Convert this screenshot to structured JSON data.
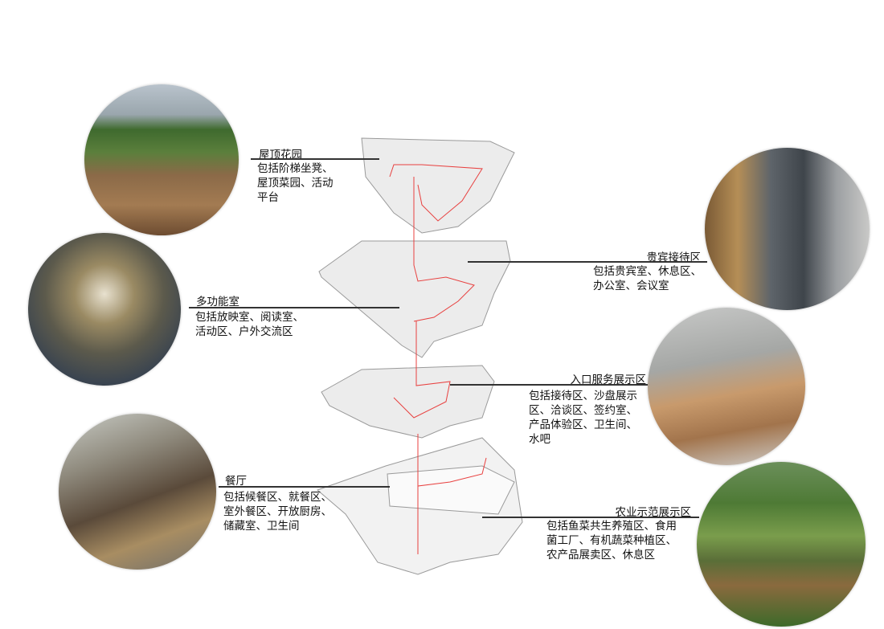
{
  "zones": [
    {
      "title": "屋顶花园",
      "lines": [
        "包括阶梯坐凳、",
        "屋顶菜园、活动",
        "平台"
      ]
    },
    {
      "title": "多功能室",
      "lines": [
        "包括放映室、阅读室、",
        "活动区、户外交流区"
      ]
    },
    {
      "title": "餐厅",
      "lines": [
        "包括候餐区、就餐区、",
        "室外餐区、开放厨房、",
        "储藏室、卫生间"
      ]
    },
    {
      "title": "贵宾接待区",
      "lines": [
        "包括贵宾室、休息区、",
        "办公室、会议室"
      ]
    },
    {
      "title": "入口服务展示区",
      "lines": [
        "包括接待区、沙盘展示",
        "区、洽谈区、签约室、",
        "产品体验区、卫生间、",
        "水吧"
      ]
    },
    {
      "title": "农业示范展示区",
      "lines": [
        "包括鱼菜共生养殖区、食用",
        "菌工厂、有机蔬菜种植区、",
        "农产品展卖区、休息区"
      ]
    }
  ],
  "colors": {
    "path": "#e8403f",
    "floor": "#e9e9e9",
    "edge": "#9a9a9a"
  }
}
